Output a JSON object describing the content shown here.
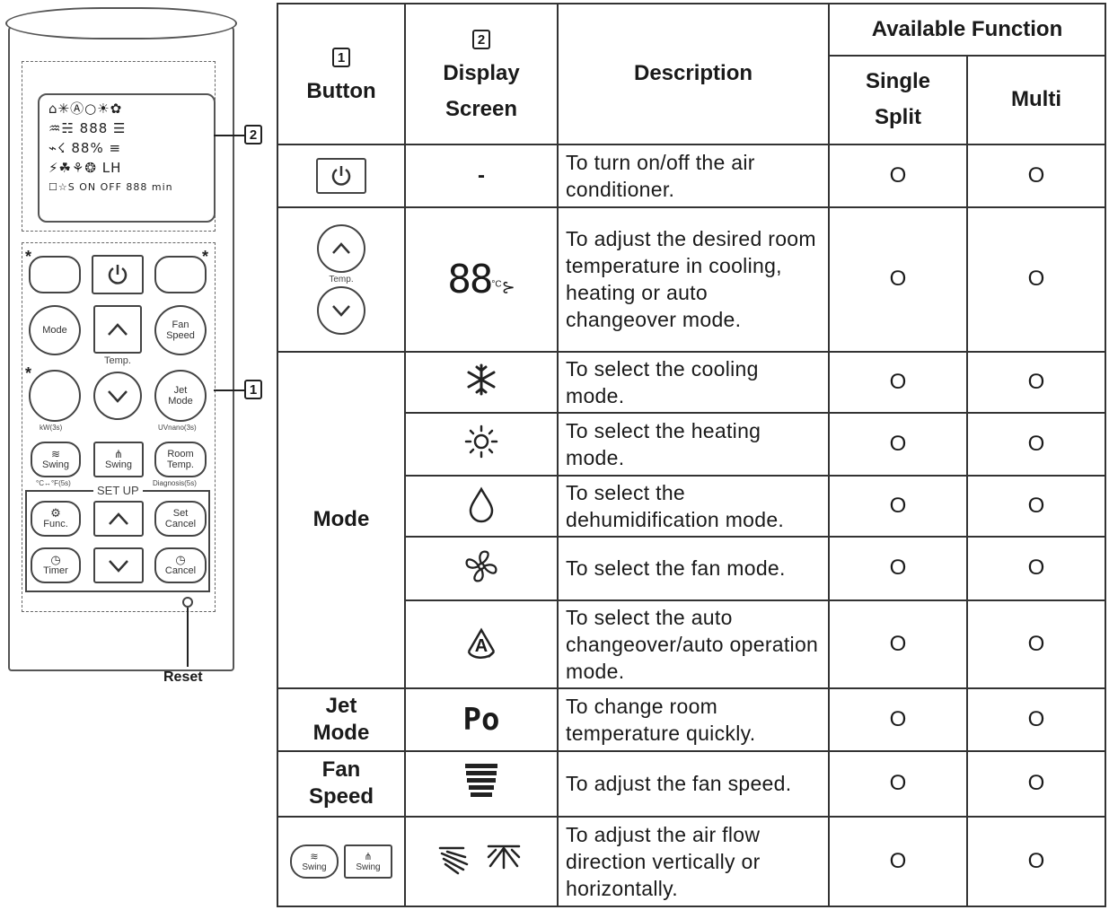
{
  "remote": {
    "labels": {
      "mode": "Mode",
      "fan_speed": "Fan\nSpeed",
      "temp": "Temp.",
      "jet_mode": "Jet\nMode",
      "kwh": "kW(3s)",
      "uvnano": "UVnano(3s)",
      "swing": "Swing",
      "room_temp": "Room\nTemp.",
      "room_sub_left": "°C↔°F(5s)",
      "room_sub_right": "Diagnosis(5s)",
      "setup": "SET UP",
      "func": "Func.",
      "set_cancel": "Set\nCancel",
      "timer": "Timer",
      "cancel": "Cancel",
      "reset": "Reset"
    },
    "lcd": {
      "row1": "⌂✳Ⓐ○☀✿",
      "row2": "♒☵ 888 ☰",
      "row3": "⌁☇ 88% ≡",
      "row4": "⚡☘⚘❂ LH",
      "row5": "☐☆S ON OFF 888 min"
    },
    "callouts": {
      "display": "2",
      "button": "1"
    }
  },
  "table": {
    "headers": {
      "button_num": "1",
      "button": "Button",
      "display_num": "2",
      "display": "Display\nScreen",
      "description": "Description",
      "available": "Available Function",
      "single": "Single\nSplit",
      "multi": "Multi"
    },
    "rows": [
      {
        "button": "",
        "button_icon": "power-icon",
        "display": "-",
        "display_icon": "",
        "desc": "To turn on/off the air conditioner.",
        "single": "O",
        "multi": "O"
      },
      {
        "button": "Temp.",
        "button_icon": "temp-up-down-icon",
        "display": "88",
        "display_sub": "°C",
        "display_icon": "temperature-digits-icon",
        "desc": "To adjust the desired room temperature in cooling, heating or auto changeover mode.",
        "single": "O",
        "multi": "O"
      },
      {
        "button": "Mode",
        "display_icon": "snowflake-icon",
        "desc": "To select the cooling mode.",
        "single": "O",
        "multi": "O"
      },
      {
        "display_icon": "sun-icon",
        "desc": "To select the heating mode.",
        "single": "O",
        "multi": "O"
      },
      {
        "display_icon": "water-drop-icon",
        "desc": "To select the dehumidification mode.",
        "single": "O",
        "multi": "O"
      },
      {
        "display_icon": "fan-icon",
        "desc": "To select the fan mode.",
        "single": "O",
        "multi": "O"
      },
      {
        "display_icon": "auto-mode-icon",
        "display": "A",
        "desc": "To select the auto changeover/auto operation mode.",
        "single": "O",
        "multi": "O"
      },
      {
        "button": "Jet\nMode",
        "display_icon": "jet-mode-icon",
        "display": "Po",
        "desc": "To change room temperature quickly.",
        "single": "O",
        "multi": "O"
      },
      {
        "button": "Fan\nSpeed",
        "display_icon": "fan-speed-bars-icon",
        "desc": "To adjust the fan speed.",
        "single": "O",
        "multi": "O"
      },
      {
        "button": "Swing",
        "button_icon": "swing-buttons-icon",
        "display_icon": "swing-airflow-icon",
        "desc": "To adjust the air flow direction vertically or horizontally.",
        "single": "O",
        "multi": "O"
      }
    ]
  }
}
